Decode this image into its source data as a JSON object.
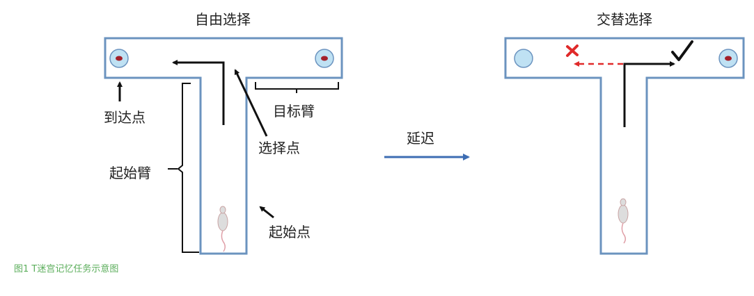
{
  "panels": {
    "free_choice": {
      "title": "自由选择",
      "labels": {
        "arrival_point": "到达点",
        "goal_arm": "目标臂",
        "choice_point": "选择点",
        "start_arm": "起始臂",
        "start_point": "起始点"
      }
    },
    "delay": {
      "label": "延迟"
    },
    "alternation": {
      "title": "交替选择"
    }
  },
  "caption": "图1 T迷宫记忆任务示意图",
  "colors": {
    "maze_border": "#6b93bf",
    "well_fill": "#bfe1f3",
    "reward": "#a3202a",
    "delay_arrow": "#3d6db3",
    "wrong": "#e02a2a",
    "caption": "#5cae5c"
  }
}
